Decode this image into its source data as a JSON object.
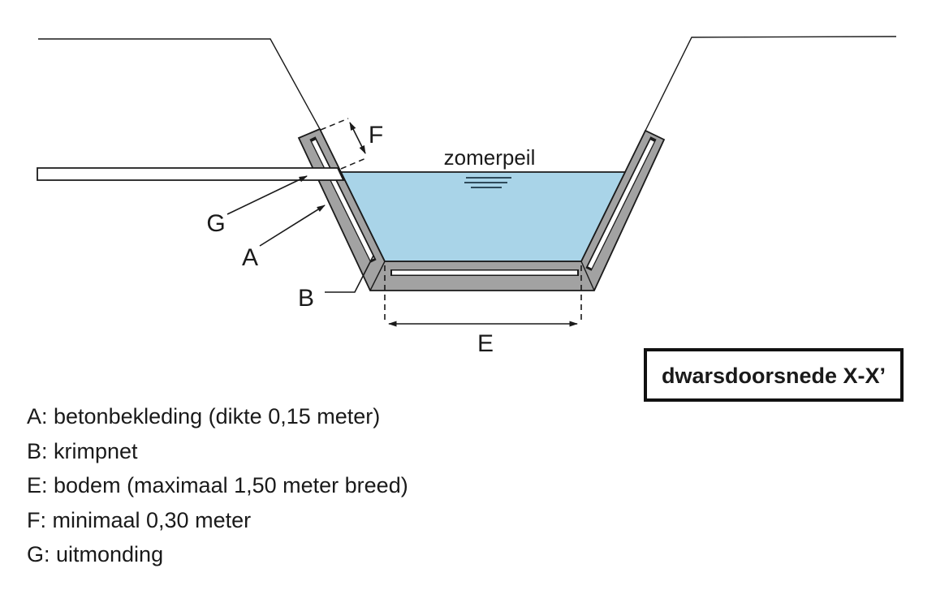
{
  "diagram": {
    "waterline_label": "zomerpeil",
    "section_box_title": "dwarsdoorsnede X-X’",
    "labels": {
      "A": "A",
      "B": "B",
      "E": "E",
      "F": "F",
      "G": "G"
    }
  },
  "legend": {
    "items": [
      {
        "key": "A",
        "text": "A: betonbekleding (dikte 0,15 meter)"
      },
      {
        "key": "B",
        "text": "B: krimpnet"
      },
      {
        "key": "E",
        "text": "E: bodem (maximaal 1,50 meter breed)"
      },
      {
        "key": "F",
        "text": "F: minimaal 0,30 meter"
      },
      {
        "key": "G",
        "text": "G: uitmonding"
      }
    ]
  },
  "colors": {
    "water": "#A9D4E8",
    "concrete": "#A2A2A2",
    "line": "#1A1A1A",
    "water_symbol": "#2E4A5A",
    "pipe_fill": "#FFFFFF",
    "box_fill": "#FFFFFF"
  }
}
